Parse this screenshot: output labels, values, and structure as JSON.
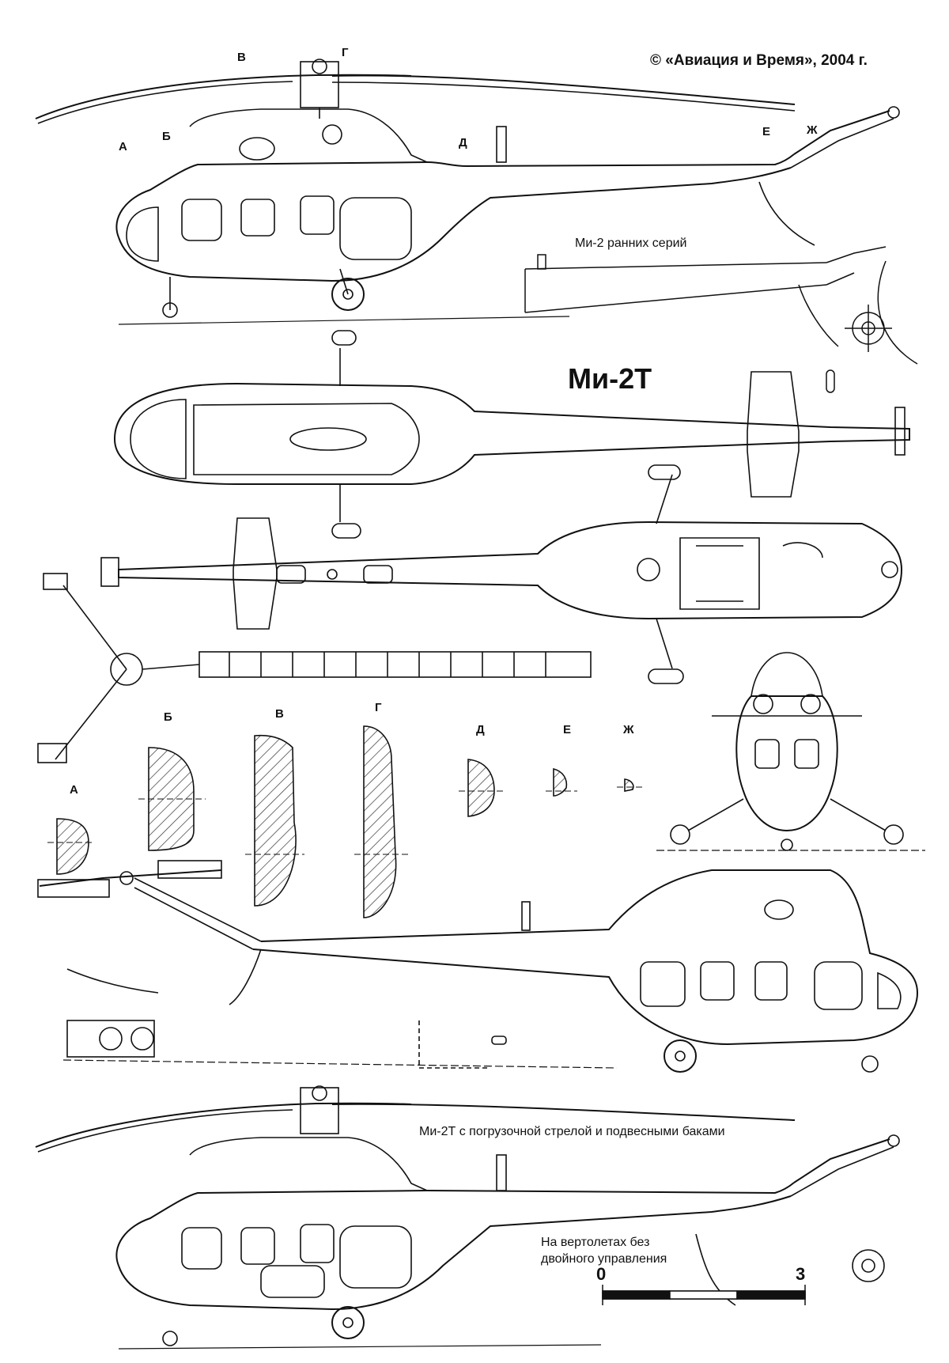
{
  "copyright": "© «Авиация и Время», 2004 г.",
  "model_title": "Ми-2Т",
  "captions": {
    "early_series": "Ми-2 ранних серий",
    "cargo_boom": "Ми-2Т с погрузочной стрелой и подвесными баками",
    "no_dual_control": "На вертолетах без двойного управления"
  },
  "section_labels": [
    "А",
    "Б",
    "В",
    "Г",
    "Д",
    "Е",
    "Ж"
  ],
  "scale": {
    "start": "0",
    "end": "3"
  },
  "colors": {
    "ink": "#111111",
    "paper": "#ffffff",
    "hatch": "#333333"
  }
}
